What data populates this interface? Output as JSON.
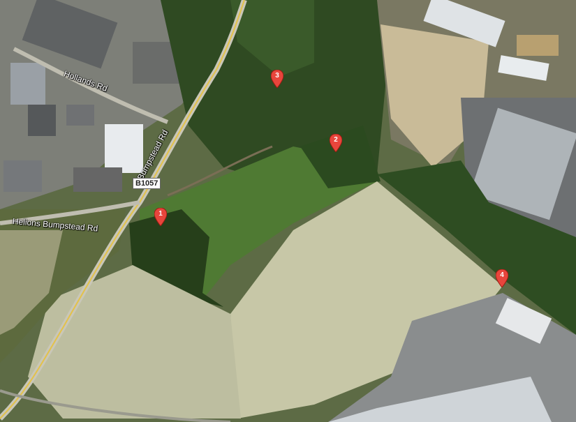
{
  "map": {
    "view": "satellite",
    "roads": [
      {
        "id": "hollands",
        "label": "Hollands Rd"
      },
      {
        "id": "bumpstead",
        "label": "Bumpstead Rd"
      },
      {
        "id": "helions",
        "label": "Helions Bumpstead Rd"
      }
    ],
    "road_shield": "B1057",
    "markers": [
      {
        "id": "marker-1",
        "label": "1",
        "color": "#e8453c"
      },
      {
        "id": "marker-2",
        "label": "2",
        "color": "#e8453c"
      },
      {
        "id": "marker-3",
        "label": "3",
        "color": "#e8453c"
      },
      {
        "id": "marker-4",
        "label": "4",
        "color": "#e8453c"
      }
    ]
  }
}
